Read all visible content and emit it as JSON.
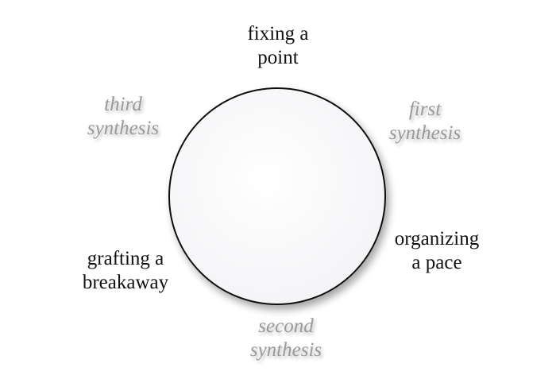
{
  "diagram": {
    "stages": {
      "fixing": [
        "fixing a",
        "point"
      ],
      "organizing": [
        "organizing",
        "a pace"
      ],
      "grafting": [
        "grafting a",
        "breakaway"
      ]
    },
    "syntheses": {
      "first": [
        "first",
        "synthesis"
      ],
      "second": [
        "second",
        "synthesis"
      ],
      "third": [
        "third",
        "synthesis"
      ]
    }
  }
}
